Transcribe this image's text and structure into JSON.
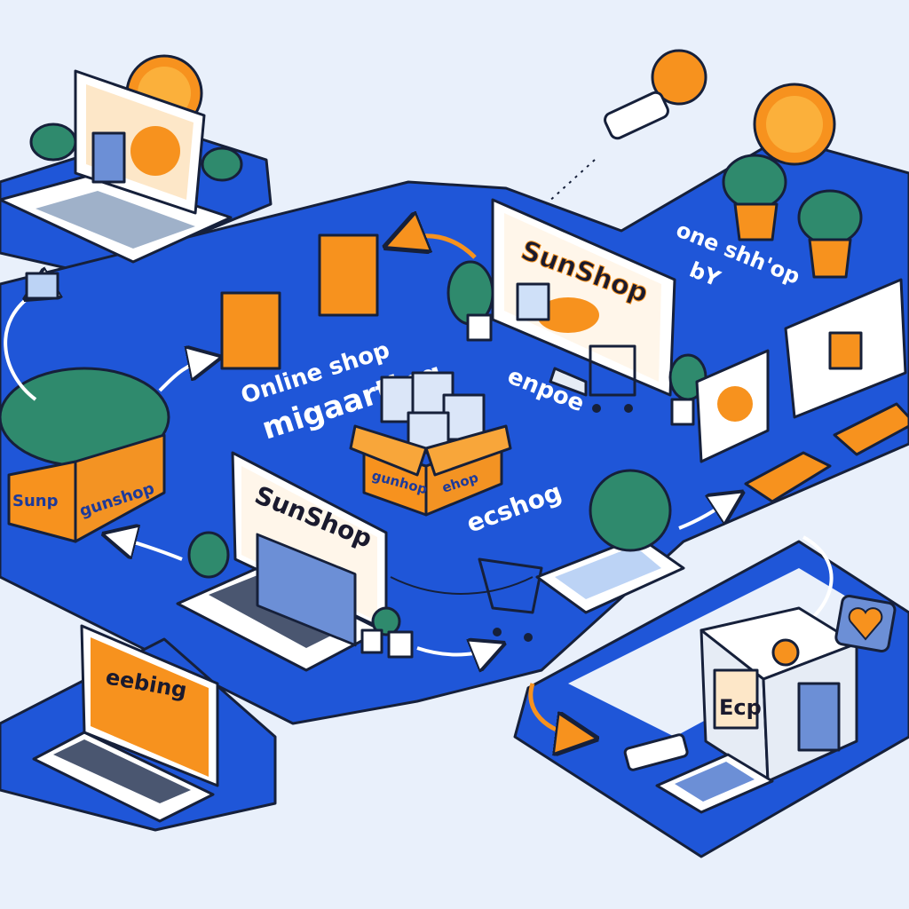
{
  "illustration": {
    "floor_labels": {
      "online_shop": "Online shop",
      "migaarting": "migaarting",
      "enpoe": "enpoe",
      "ecshog": "ecshog",
      "one_shop": "one shh'op",
      "by": "bY"
    },
    "screens": {
      "monitor_center": "SunShop",
      "laptop_center": "SunShop",
      "laptop_bottom_left": "eebing",
      "kiosk": "Ecp"
    },
    "boxes": {
      "center_box_left": "gunhop",
      "center_box_right": "ehop",
      "left_box_front": "Sunp",
      "left_box_side": "gunshop"
    },
    "colors": {
      "background": "#e9f0fb",
      "platform": "#1f56d8",
      "accent": "#f7921e",
      "outline": "#16203a"
    }
  }
}
